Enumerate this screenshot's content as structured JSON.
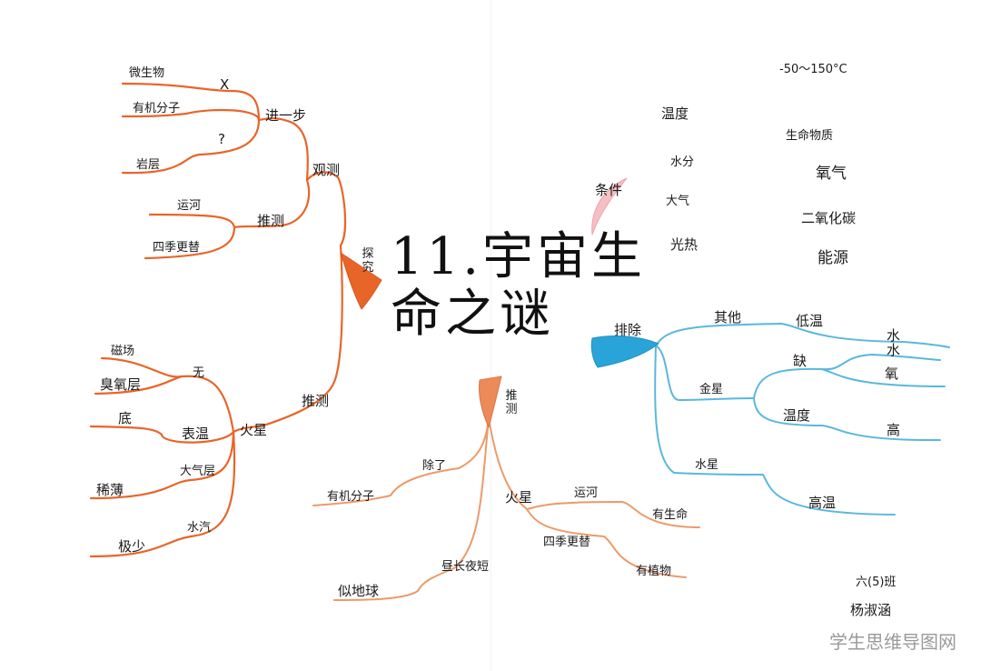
{
  "title": {
    "line1": "11.宇宙生",
    "line2": "命之谜"
  },
  "explore": {
    "label": "探究",
    "observe": {
      "label": "观测",
      "further": {
        "label": "进一步",
        "cross_mark": "X",
        "question_mark": "?",
        "items": [
          "微生物",
          "有机分子",
          "岩层"
        ]
      },
      "infer": {
        "label": "推测",
        "items": [
          "运河",
          "四季更替"
        ]
      }
    },
    "infer": {
      "label": "推测",
      "mars": {
        "label": "火星",
        "none": {
          "label": "无",
          "items": [
            "磁场",
            "臭氧层"
          ]
        },
        "surface_temp": {
          "label": "表温",
          "item": "底"
        },
        "atmosphere": {
          "label": "大气层",
          "item": "稀薄"
        },
        "water_vapor": {
          "label": "水汽",
          "item": "极少"
        }
      }
    }
  },
  "conditions": {
    "label": "条件",
    "range": "-50～150°C",
    "left": [
      "温度",
      "水分",
      "大气",
      "光热"
    ],
    "right": [
      "生命物质",
      "氧气",
      "二氧化碳",
      "能源"
    ]
  },
  "exclude": {
    "label": "排除",
    "others": {
      "label": "其他",
      "items": [
        "低温",
        "水"
      ]
    },
    "venus": {
      "label": "金星",
      "lack": "缺",
      "lack_items": [
        "水",
        "氧"
      ],
      "temp": "温度",
      "temp_item": "高"
    },
    "mercury": {
      "label": "水星",
      "item": "高温"
    }
  },
  "speculate": {
    "label": "推测",
    "besides": {
      "label": "除了",
      "item": "有机分子"
    },
    "mars": {
      "label": "火星",
      "canal": {
        "label": "运河",
        "item": "有生命"
      },
      "seasons": {
        "label": "四季更替",
        "item": "有植物"
      },
      "daynight": {
        "label": "昼长夜短",
        "item": "似地球"
      }
    }
  },
  "author": {
    "class": "六(5)班",
    "name": "杨淑涵"
  },
  "watermark": "学生思维导图网",
  "colors": {
    "orange": "#e8652a",
    "peach": "#ec9a6a",
    "blue": "#5ab7de",
    "pink": "#f2a0a8"
  }
}
